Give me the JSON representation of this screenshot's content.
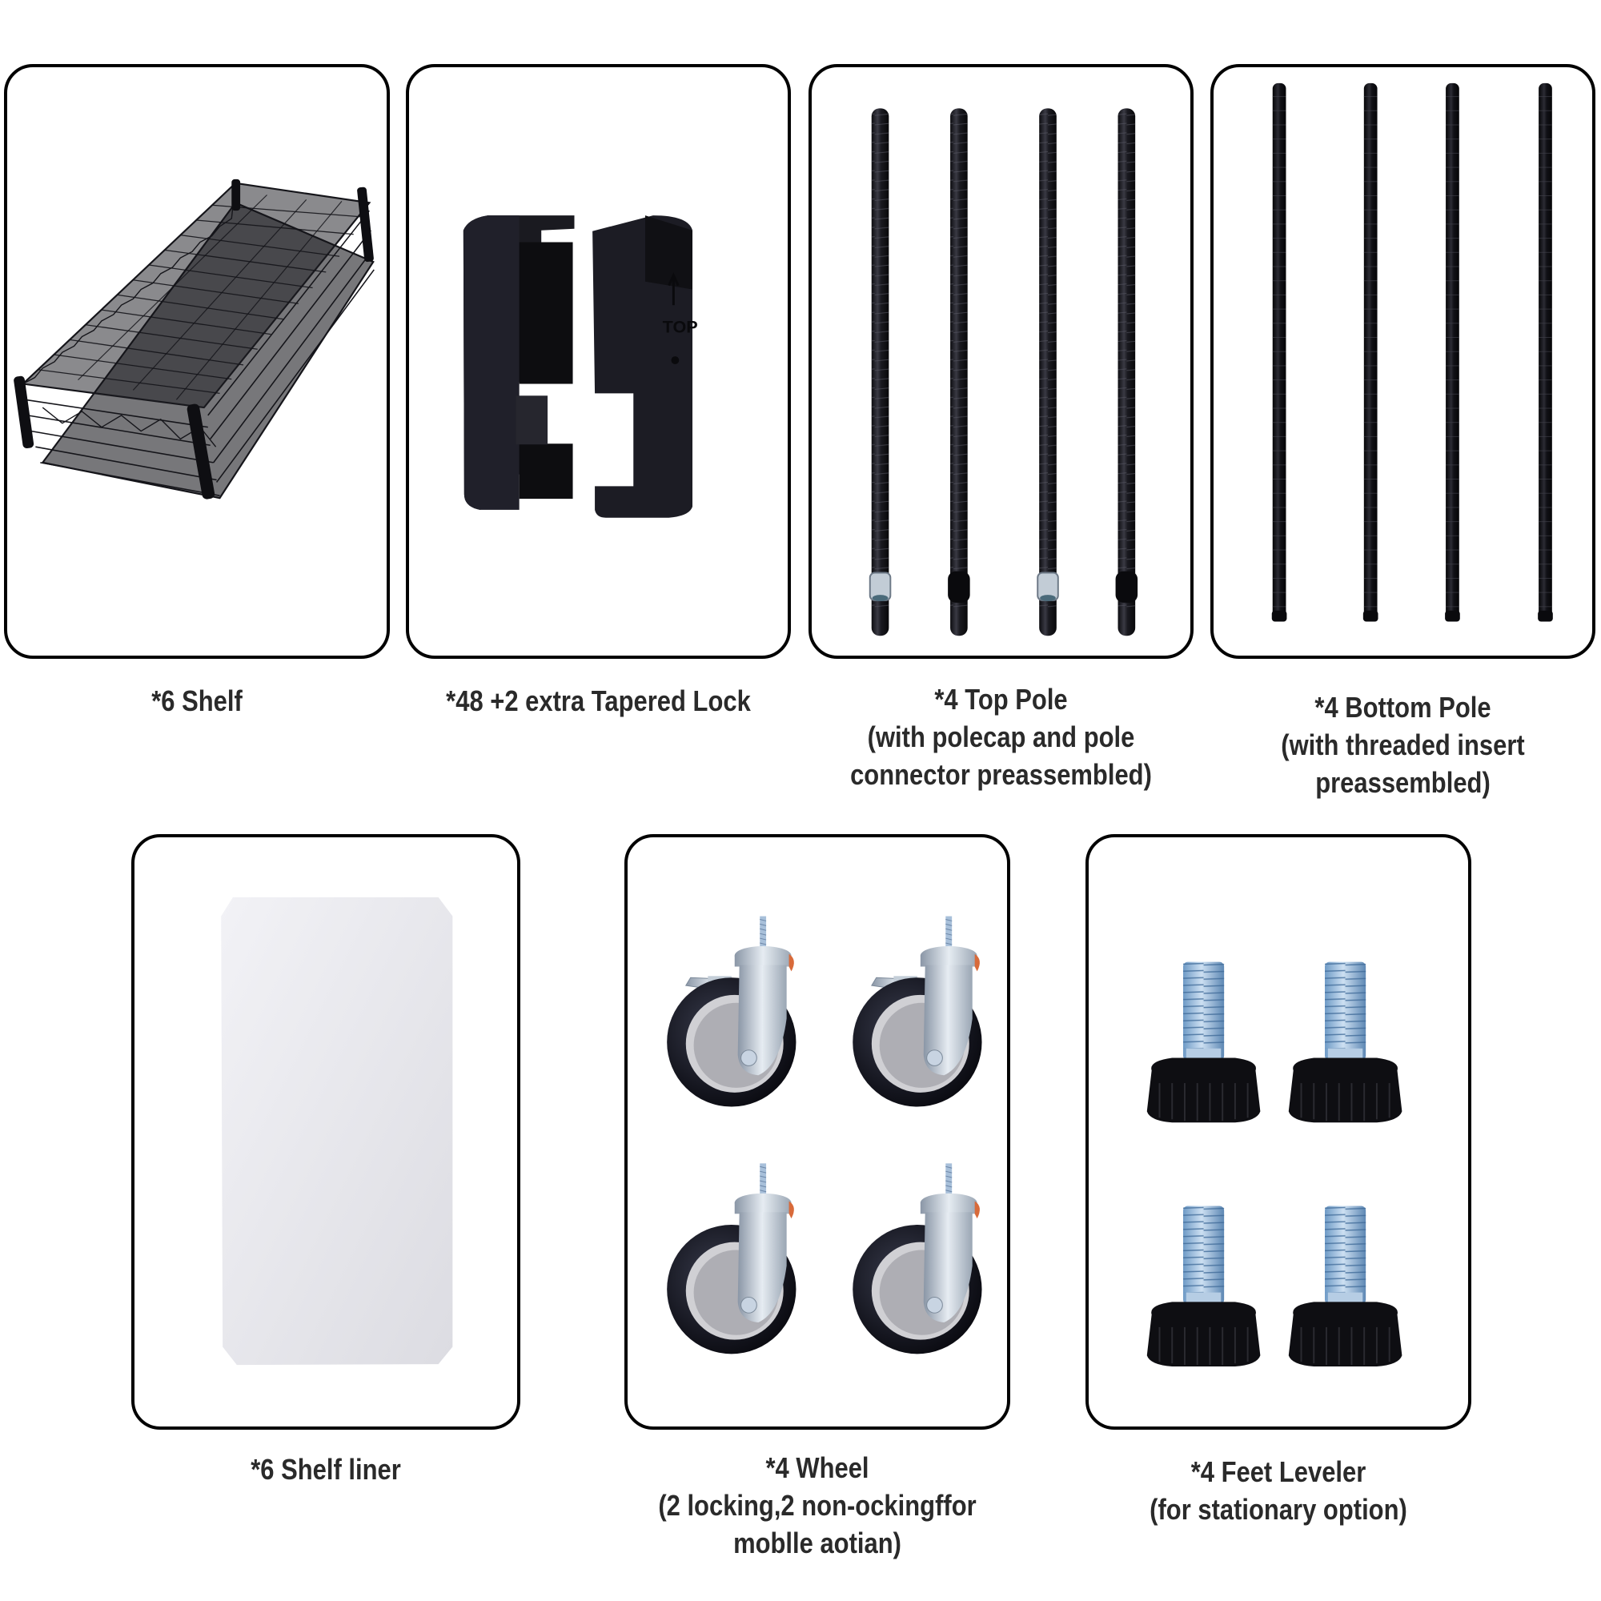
{
  "parts": [
    {
      "id": "shelf",
      "quantity": "*6",
      "lines": [
        "*6 Shelf"
      ],
      "image": "black-wire-shelf-stack"
    },
    {
      "id": "tapered-lock",
      "quantity": "*48 +2 extra",
      "lines": [
        "*48 +2 extra Tapered Lock"
      ],
      "image": "black-split-sleeve-lock",
      "embossed_text": "TOP"
    },
    {
      "id": "top-pole",
      "quantity": "*4",
      "lines": [
        "*4 Top Pole",
        "(with polecap and pole",
        "connector preassembled)"
      ],
      "image": "four-black-poles-with-connectors"
    },
    {
      "id": "bottom-pole",
      "quantity": "*4",
      "lines": [
        "*4 Bottom Pole",
        "(with threaded insert",
        "preassembled)"
      ],
      "image": "four-black-poles"
    },
    {
      "id": "shelf-liner",
      "quantity": "*6",
      "lines": [
        "*6 Shelf liner"
      ],
      "image": "white-shelf-liner-sheet"
    },
    {
      "id": "wheel",
      "quantity": "*4",
      "lines": [
        "*4 Wheel",
        "(2 locking,2 non-ockingffor",
        "moblle aotian)"
      ],
      "image": "four-caster-wheels"
    },
    {
      "id": "feet-leveler",
      "quantity": "*4",
      "lines": [
        "*4 Feet Leveler",
        "(for stationary option)"
      ],
      "image": "four-threaded-leveling-feet"
    }
  ],
  "colors": {
    "border": "#000000",
    "caption_text": "#2a2a2a",
    "part_black": "#15151a",
    "metal": "#b9c6d6",
    "thread_blue": "#8fb4d8",
    "liner": "#ececf0",
    "wheel_hub": "#b0b0b4"
  }
}
